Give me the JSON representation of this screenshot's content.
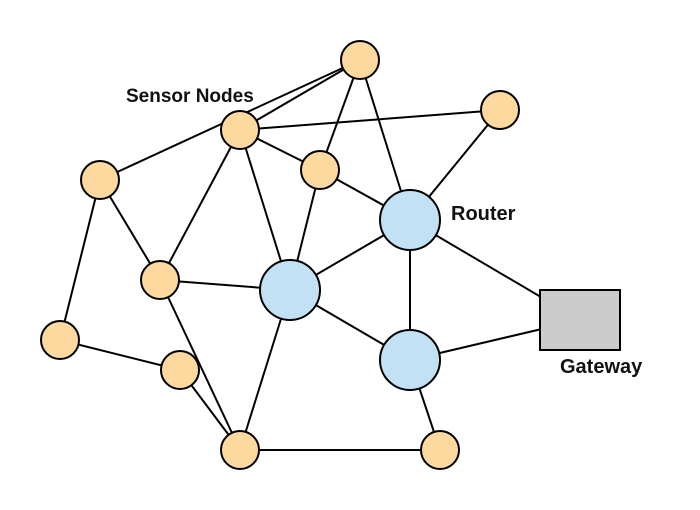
{
  "labels": {
    "sensor_nodes": "Sensor Nodes",
    "router": "Router",
    "gateway": "Gateway"
  },
  "colors": {
    "sensor_fill": "#fdd9a0",
    "router_fill": "#c2e1f4",
    "gateway_fill": "#cccccc",
    "stroke": "#000000"
  },
  "nodes": [
    {
      "id": "s1",
      "kind": "sensor"
    },
    {
      "id": "s2",
      "kind": "sensor"
    },
    {
      "id": "s3",
      "kind": "sensor"
    },
    {
      "id": "s4",
      "kind": "sensor"
    },
    {
      "id": "s5",
      "kind": "sensor"
    },
    {
      "id": "s6",
      "kind": "sensor"
    },
    {
      "id": "s7",
      "kind": "sensor"
    },
    {
      "id": "s8",
      "kind": "sensor"
    },
    {
      "id": "s9",
      "kind": "sensor"
    },
    {
      "id": "s10",
      "kind": "sensor"
    },
    {
      "id": "s11",
      "kind": "sensor"
    },
    {
      "id": "r1",
      "kind": "router"
    },
    {
      "id": "r2",
      "kind": "router"
    },
    {
      "id": "r3",
      "kind": "router"
    },
    {
      "id": "gw",
      "kind": "gateway"
    }
  ],
  "edges": [
    [
      "s1",
      "s4"
    ],
    [
      "s1",
      "s2"
    ],
    [
      "s1",
      "r1"
    ],
    [
      "s1",
      "s5"
    ],
    [
      "s2",
      "s3"
    ],
    [
      "s2",
      "s4"
    ],
    [
      "s2",
      "s6"
    ],
    [
      "s2",
      "r2"
    ],
    [
      "s3",
      "r1"
    ],
    [
      "s4",
      "r1"
    ],
    [
      "s4",
      "r2"
    ],
    [
      "s5",
      "s6"
    ],
    [
      "s5",
      "s7"
    ],
    [
      "s6",
      "s9"
    ],
    [
      "s6",
      "r2"
    ],
    [
      "s7",
      "s8"
    ],
    [
      "s8",
      "s9"
    ],
    [
      "s9",
      "s10"
    ],
    [
      "s9",
      "r2"
    ],
    [
      "s10",
      "s11"
    ],
    [
      "s10",
      "r3"
    ],
    [
      "r1",
      "r2"
    ],
    [
      "r1",
      "r3"
    ],
    [
      "r1",
      "gw"
    ],
    [
      "r2",
      "r3"
    ],
    [
      "r3",
      "gw"
    ]
  ]
}
